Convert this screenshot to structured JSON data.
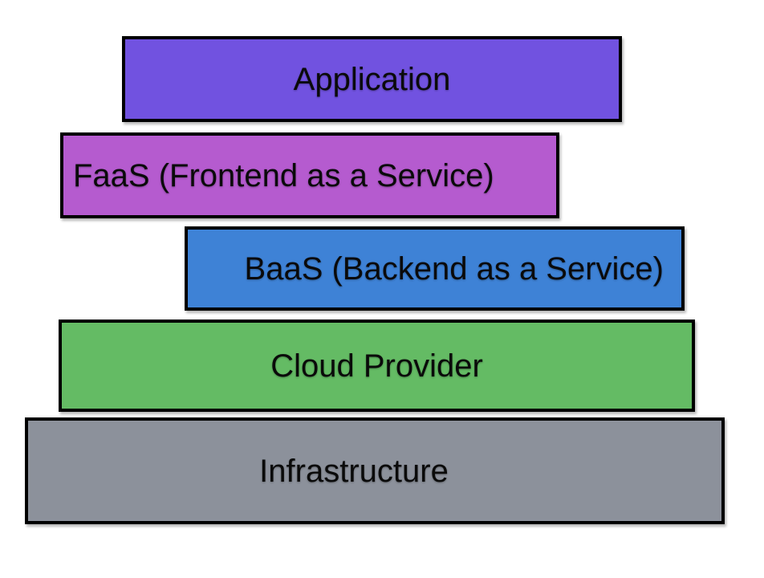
{
  "diagram": {
    "type": "stacked-layer-diagram",
    "background_color": "#FFFFFF",
    "border_color": "#000000",
    "text_color": "#0A0A0A",
    "layers": [
      {
        "id": "application",
        "label": "Application",
        "color": "#7152E0",
        "text_align": "center"
      },
      {
        "id": "faas",
        "label": "FaaS (Frontend as a Service)",
        "color": "#B55BCF",
        "text_align": "left"
      },
      {
        "id": "baas",
        "label": "BaaS (Backend as a Service)",
        "color": "#3E82D6",
        "text_align": "right"
      },
      {
        "id": "cloud-provider",
        "label": "Cloud Provider",
        "color": "#64BB64",
        "text_align": "center"
      },
      {
        "id": "infrastructure",
        "label": "Infrastructure",
        "color": "#8C919B",
        "text_align": "center"
      }
    ]
  }
}
